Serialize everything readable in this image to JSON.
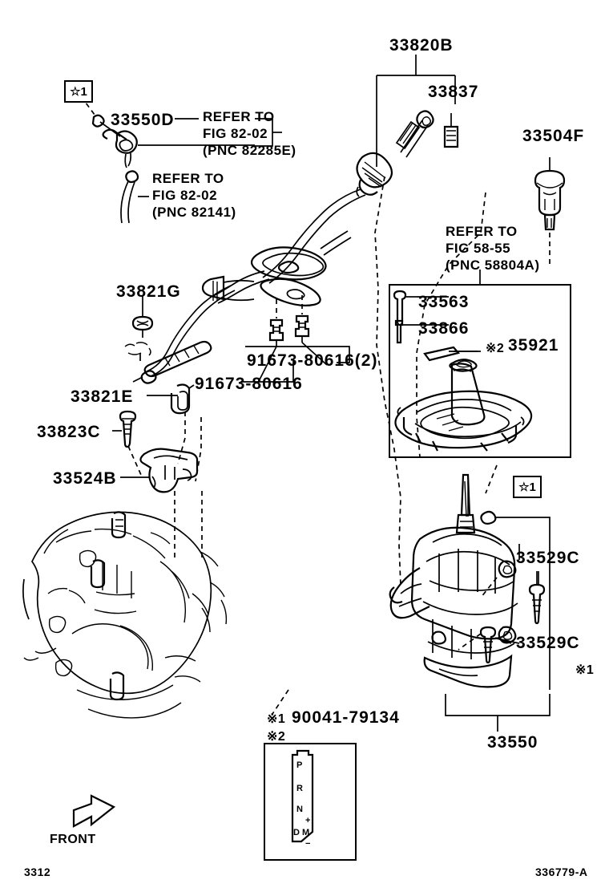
{
  "diagram": {
    "title_code": "3312",
    "drawing_no": "336779-A",
    "front_label": "FRONT"
  },
  "callouts": {
    "c_33550D": "33550D",
    "c_33820B": "33820B",
    "c_33837": "33837",
    "c_33504F": "33504F",
    "c_33821G": "33821G",
    "c_91673_2": "91673-80616(2)",
    "c_91673": "91673-80616",
    "c_33821E": "33821E",
    "c_33823C": "33823C",
    "c_33524B": "33524B",
    "c_33563": "33563",
    "c_33866": "33866",
    "c_35921": "35921",
    "c_35921_mark": "※2",
    "c_33529C_a": "33529C",
    "c_33529C_b": "33529C",
    "c_33550": "33550",
    "mark1_right": "※1"
  },
  "references": {
    "ref1": "REFER TO\nFIG 82-02\n(PNC 82285E)",
    "ref2": "REFER TO\nFIG 82-02\n(PNC 82141)",
    "ref3": "REFER TO\nFIG 58-55\n(PNC 58804A)"
  },
  "markers": {
    "star1_a": "☆1",
    "star1_b": "☆1",
    "note1_mark": "※1",
    "note1_part": "90041-79134",
    "note2_mark": "※2"
  },
  "shift_pattern": {
    "positions": [
      "P",
      "R",
      "N",
      "+",
      "D",
      "M",
      "−"
    ]
  }
}
